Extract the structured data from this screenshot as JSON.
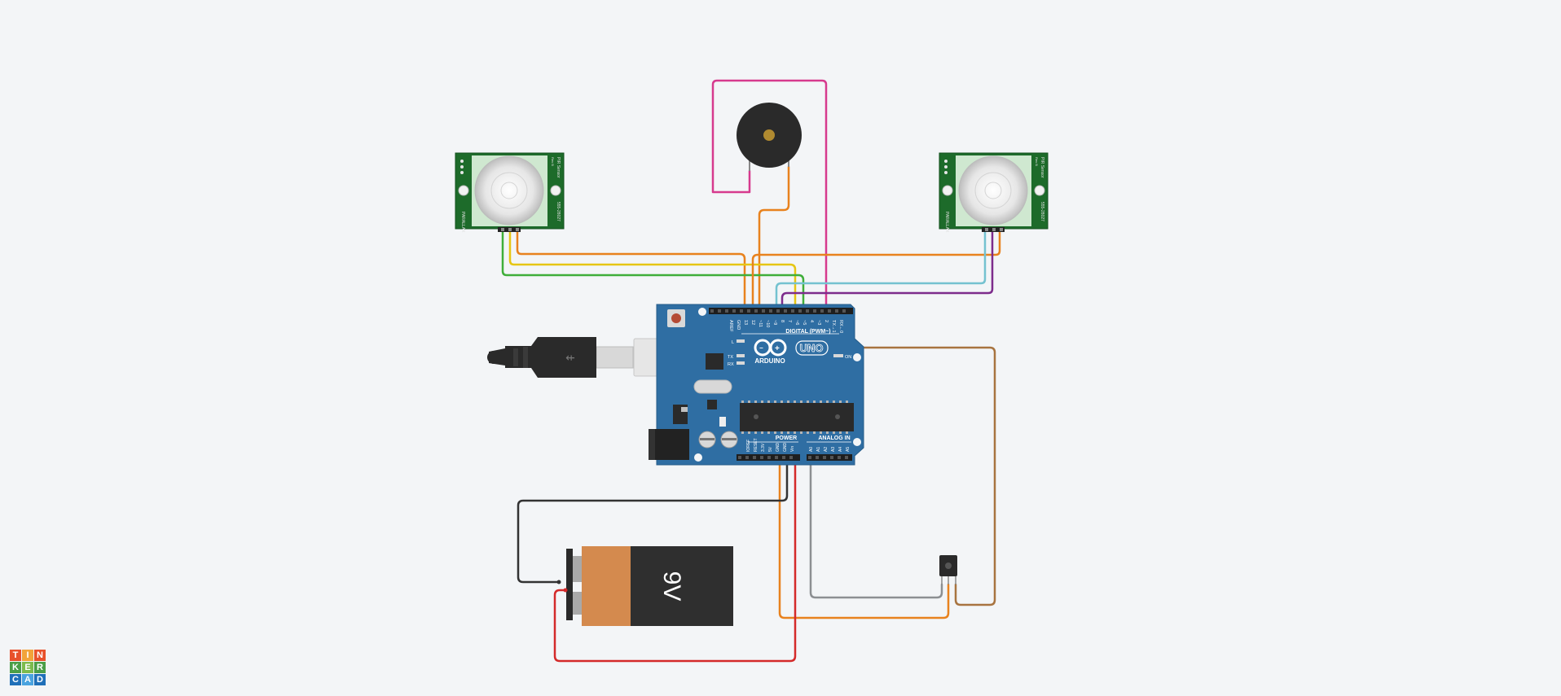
{
  "arduino": {
    "brand_text": "ARDUINO",
    "model_text": "UNO",
    "digital_header_label": "DIGITAL (PWM~)",
    "power_header_label": "POWER",
    "analog_header_label": "ANALOG IN",
    "led_l_label": "L",
    "led_tx_label": "TX",
    "led_rx_label": "RX",
    "on_label": "ON",
    "aref_label": "AREF",
    "gnd_label": "GND",
    "power_pin_labels": [
      "IOREF",
      "RESET",
      "3.3V",
      "5V",
      "GND",
      "GND",
      "Vin"
    ],
    "analog_pin_labels": [
      "A0",
      "A1",
      "A2",
      "A3",
      "A4",
      "A5"
    ],
    "digital_pin_labels": [
      "13",
      "12",
      "~11",
      "~10",
      "~9",
      "8",
      "7",
      "~6",
      "~5",
      "4",
      "~3",
      "2",
      "TX→1",
      "RX←0"
    ]
  },
  "battery": {
    "label": "9V"
  },
  "pir_left": {
    "vendor_label": "PARALLAX",
    "model_label": "555-28027",
    "name_label": "PIR Sensor",
    "rev_label": "Rev B"
  },
  "pir_right": {
    "vendor_label": "PARALLAX",
    "model_label": "555-28027",
    "name_label": "PIR Sensor",
    "rev_label": "Rev B"
  },
  "logo": {
    "letters": [
      "T",
      "I",
      "N",
      "K",
      "E",
      "R",
      "C",
      "A",
      "D"
    ]
  },
  "colors": {
    "background": "#f3f5f7",
    "board": "#2f6ea3",
    "wire_orange": "#e8821e",
    "wire_yellow": "#e6c614",
    "wire_green": "#3fae3a",
    "wire_cyan": "#74c2d0",
    "wire_purple": "#7d2c8c",
    "wire_pink": "#d63a8e",
    "wire_brown": "#a87440",
    "wire_gray": "#8c8f92",
    "wire_red": "#d42a2a",
    "wire_black": "#333333"
  }
}
